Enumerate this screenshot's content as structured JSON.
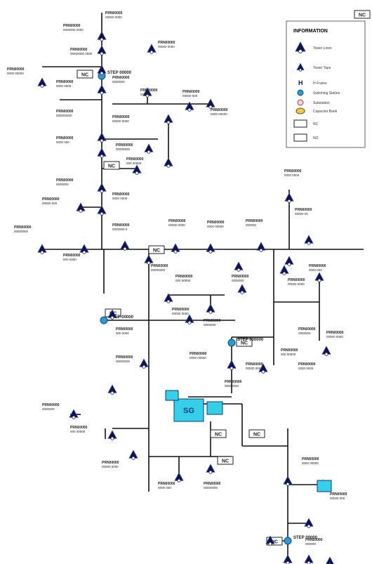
{
  "colors": {
    "line": "#111111",
    "tower": "#0d1450",
    "tower_outline": "#2f3fa8",
    "switch": "#2a9ad8",
    "sg_fill": "#35d0e8",
    "sg_text": "#0a3a8a",
    "box_border": "#222222",
    "legend_border": "#666666"
  },
  "legend": {
    "title": "INFORMATION",
    "items": [
      {
        "icon": "tower-icon",
        "label": "Tower Lines"
      },
      {
        "icon": "tower-small-icon",
        "label": "Tower Taps"
      },
      {
        "icon": "h-frame-icon",
        "label": "H-Frame"
      },
      {
        "icon": "switch-icon",
        "label": "Switching Station"
      },
      {
        "icon": "sub-icon",
        "label": "Substation"
      },
      {
        "icon": "cap-icon",
        "label": "Capacitor Bank"
      },
      {
        "icon": "nc-box-icon",
        "label": "NC"
      },
      {
        "icon": "no-box-icon",
        "label": "NO"
      }
    ]
  },
  "substation": {
    "label": "SG"
  },
  "boxes": [
    {
      "id": "nc-1",
      "label": "NC"
    },
    {
      "id": "nc-2",
      "label": "NC"
    },
    {
      "id": "nc-3",
      "label": "NC"
    },
    {
      "id": "nc-4",
      "label": "NC"
    },
    {
      "id": "nc-5",
      "label": "NC"
    },
    {
      "id": "nc-6",
      "label": "NC"
    },
    {
      "id": "nc-7",
      "label": "NC"
    },
    {
      "id": "nc-8",
      "label": "NC"
    },
    {
      "id": "nc-9",
      "label": "NC"
    },
    {
      "id": "nc-10",
      "label": "NC"
    }
  ],
  "switch_labels": [
    "STEP 00000",
    "STEP 00000",
    "STEP 000000",
    "STEP 00000"
  ],
  "node_labels": [
    {
      "title": "PRN00000",
      "sub": "00000 0000"
    },
    {
      "title": "PRN00000",
      "sub": "0000000 0000"
    },
    {
      "title": "PRN00000",
      "sub": "00000000 0000"
    },
    {
      "title": "PRN00000",
      "sub": "0000 00000"
    },
    {
      "title": "PRN00000",
      "sub": "00000 0000"
    },
    {
      "title": "PRN00000",
      "sub": "0000000"
    },
    {
      "title": "PRN00000",
      "sub": "0000 0000"
    },
    {
      "title": "PRN00000",
      "sub": "000000"
    },
    {
      "title": "PRN00000",
      "sub": "00000 000"
    },
    {
      "title": "PRN00000",
      "sub": "0000 00000"
    },
    {
      "title": "PRN00000",
      "sub": "000000000"
    },
    {
      "title": "PRN00000",
      "sub": "00000 0000"
    },
    {
      "title": "PRN00000",
      "sub": "0000 000"
    },
    {
      "title": "PRN00000",
      "sub": "00000000"
    },
    {
      "title": "PRN00000",
      "sub": "000 00000"
    },
    {
      "title": "PRN00000",
      "sub": "0000000"
    },
    {
      "title": "PRN00000",
      "sub": "00000 000"
    },
    {
      "title": "PRN00000",
      "sub": "0000 0000"
    },
    {
      "title": "PRN00000",
      "sub": "00000000"
    },
    {
      "title": "PRN00000",
      "sub": "000 0000"
    },
    {
      "title": "PRN00000",
      "sub": "0000000 0"
    },
    {
      "title": "PRN00000",
      "sub": "00000 0000"
    },
    {
      "title": "PRN00000",
      "sub": "0000 00000"
    },
    {
      "title": "PRN00000",
      "sub": "000000"
    },
    {
      "title": "PRN00000",
      "sub": "00000 00"
    },
    {
      "title": "PRN00000",
      "sub": "0000 0000"
    },
    {
      "title": "PRN00000",
      "sub": "00000000"
    },
    {
      "title": "PRN00000",
      "sub": "000 00000"
    },
    {
      "title": "PRN00000",
      "sub": "0000000"
    },
    {
      "title": "PRN00000",
      "sub": "00000 0000"
    },
    {
      "title": "PRN00000",
      "sub": "0000 000"
    },
    {
      "title": "PRN00000",
      "sub": "00000 0000"
    },
    {
      "title": "PRN00000",
      "sub": "0000000"
    },
    {
      "title": "PRN00000",
      "sub": "000 0000"
    },
    {
      "title": "PRN00000",
      "sub": "00000000"
    },
    {
      "title": "PRN00000",
      "sub": "0000 00000"
    },
    {
      "title": "PRN00000",
      "sub": "00000 000"
    },
    {
      "title": "PRN00000",
      "sub": "0000000"
    },
    {
      "title": "PRN00000",
      "sub": "000 00000"
    },
    {
      "title": "PRN00000",
      "sub": "00000 0000"
    },
    {
      "title": "PRN00000",
      "sub": "0000 0000"
    },
    {
      "title": "PRN00000",
      "sub": "00000000"
    },
    {
      "title": "PRN00000",
      "sub": "0000000"
    },
    {
      "title": "PRN00000",
      "sub": "000 00000"
    },
    {
      "title": "PRN00000",
      "sub": "00000 0000"
    },
    {
      "title": "PRN00000",
      "sub": "0000 000"
    },
    {
      "title": "PRN00000",
      "sub": "00000000"
    },
    {
      "title": "PRN00000",
      "sub": "0000 00000"
    },
    {
      "title": "PRN00000",
      "sub": "00000 000"
    },
    {
      "title": "PRN00000",
      "sub": "000000"
    }
  ]
}
